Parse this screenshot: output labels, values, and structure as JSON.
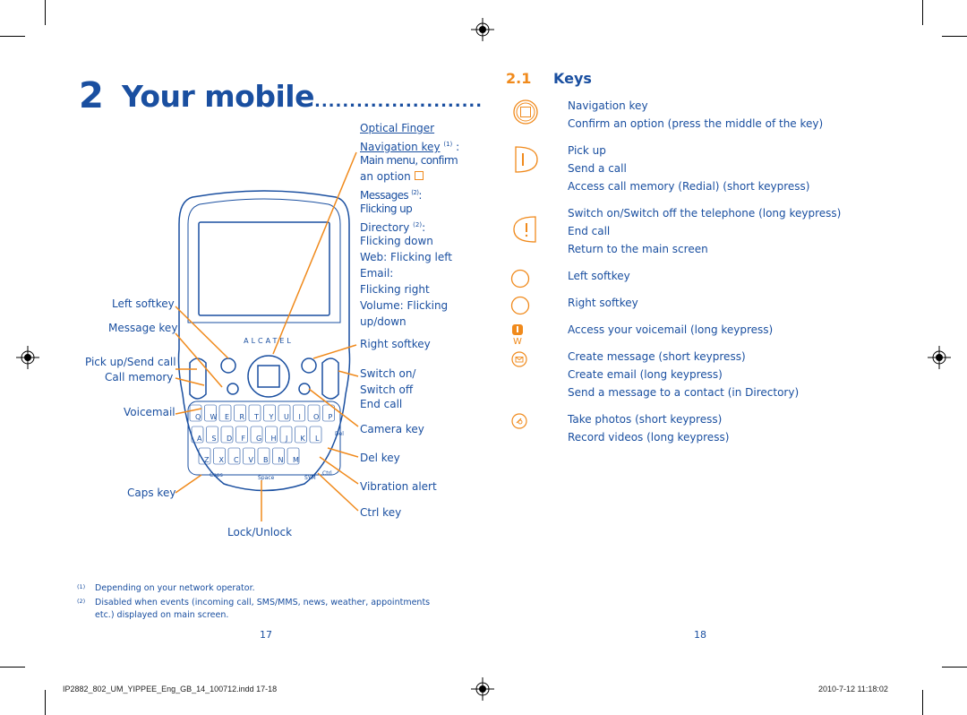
{
  "chapter": {
    "number": "2",
    "title": "Your mobile"
  },
  "section": {
    "number": "2.1",
    "title": "Keys"
  },
  "phone": {
    "brand": "ALCATEL"
  },
  "callouts": {
    "optical_finger": "Optical Finger",
    "navigation_key": "Navigation key",
    "nav_sup": "(1)",
    "nav_colon": ":",
    "main_menu": "Main menu, confirm",
    "an_option": "an option",
    "messages": "Messages",
    "messages_sup": "(2)",
    "messages_colon": ":",
    "flicking_up": "Flicking up",
    "directory": "Directory",
    "directory_sup": "(2)",
    "directory_colon": ":",
    "flicking_down": "Flicking down",
    "web": "Web: Flicking left",
    "email": "Email:",
    "flicking_right": "Flicking right",
    "volume": "Volume: Flicking",
    "updown": "up/down",
    "right_softkey": "Right softkey",
    "switch_on": "Switch on/",
    "switch_off": "Switch off",
    "end_call": "End call",
    "camera_key": "Camera key",
    "del_key": "Del key",
    "vibration_alert": "Vibration alert",
    "ctrl_key": "Ctrl key",
    "left_softkey": "Left softkey",
    "message_key": "Message key",
    "pick_up_send_call": "Pick up/Send call",
    "call_memory": "Call memory",
    "voicemail": "Voicemail",
    "caps_key": "Caps key",
    "lock_unlock": "Lock/Unlock"
  },
  "keys": [
    {
      "icon": "navigation-key-icon",
      "lines": [
        "Navigation key",
        "Confirm an option (press the middle of the key)"
      ]
    },
    {
      "icon": "pick-up-key-icon",
      "lines": [
        "Pick up",
        "Send a call",
        "Access call memory (Redial) (short keypress)"
      ]
    },
    {
      "icon": "end-call-key-icon",
      "lines": [
        "Switch on/Switch off the telephone (long keypress)",
        "End call",
        "Return to the main screen"
      ]
    },
    {
      "icon": "left-softkey-icon",
      "lines": [
        "Left softkey"
      ]
    },
    {
      "icon": "right-softkey-icon",
      "lines": [
        "Right softkey"
      ]
    },
    {
      "icon": "voicemail-key-icon",
      "lines": [
        "Access your voicemail (long keypress)"
      ]
    },
    {
      "icon": "message-key-icon",
      "lines": [
        "Create message (short keypress)",
        "Create email (long keypress)",
        "Send a message to a contact (in Directory)"
      ]
    },
    {
      "icon": "camera-key-icon",
      "lines": [
        "Take photos (short keypress)",
        "Record videos (long keypress)"
      ]
    }
  ],
  "voicemail_key_letter": "W",
  "footnotes": [
    {
      "mark": "(1)",
      "text": "Depending on your network operator."
    },
    {
      "mark": "(2)",
      "text": "Disabled when events (incoming call, SMS/MMS, news, weather, appointments",
      "text2": "etc.) displayed on main screen."
    }
  ],
  "pages": {
    "left": "17",
    "right": "18"
  },
  "slug": {
    "file": "IP2882_802_UM_YIPPEE_Eng_GB_14_100712.indd   17-18",
    "date": "2010-7-12   11:18:02"
  },
  "colors": {
    "text": "#1a4fa0",
    "accent": "#f08a1c",
    "phone_outline": "#1a4fa0"
  },
  "keyboard_rows": [
    [
      "Q",
      "W",
      "E",
      "R",
      "T",
      "Y",
      "U",
      "I",
      "O",
      "P"
    ],
    [
      "A",
      "S",
      "D",
      "F",
      "G",
      "H",
      "J",
      "K",
      "L"
    ],
    [
      "Z",
      "X",
      "C",
      "V",
      "B",
      "N",
      "M"
    ]
  ],
  "keyboard_labels": {
    "space": "Space",
    "caps": "Caps",
    "sym": "SYM",
    "ctrl": "Ctrl",
    "del": "Del"
  }
}
